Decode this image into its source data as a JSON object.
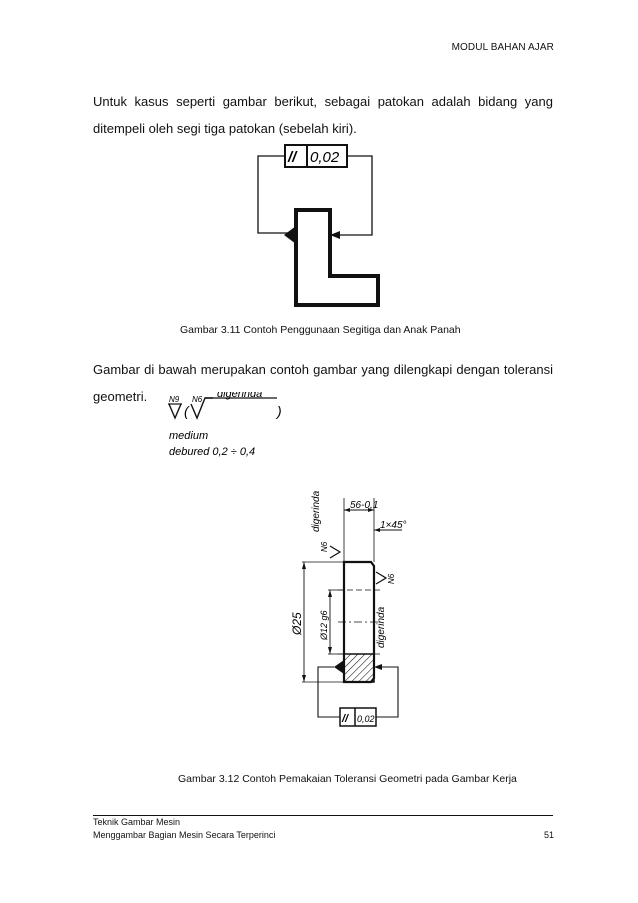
{
  "header": {
    "title": "MODUL BAHAN AJAR"
  },
  "body": {
    "paragraph1": "Untuk kasus seperti gambar berikut, sebagai patokan adalah bidang yang ditempeli oleh segi tiga patokan (sebelah kiri).",
    "paragraph2": "Gambar di bawah merupakan contoh gambar yang dilengkapi dengan toleransi geometri."
  },
  "figure1": {
    "tolerance_symbol": "//",
    "tolerance_value": "0,02",
    "caption": "Gambar 3.11 Contoh Penggunaan Segitiga dan Anak Panah"
  },
  "figure2": {
    "surface_note": {
      "left_symbol": "N9",
      "paren_symbol": "N6",
      "word": "digerinda",
      "line2": "medium",
      "line3": "debured 0,2 ÷ 0,4"
    },
    "dim_width": "56-0,1",
    "chamfer": "1×45°",
    "dia_outer": "Ø25",
    "dia_bore": "Ø12 g6",
    "left_roughness": "N6",
    "left_word": "digerinda",
    "right_word": "digerinda",
    "right_roughness": "N6",
    "tolerance_symbol": "//",
    "tolerance_value": "0,02",
    "caption": "Gambar 3.12 Contoh Pemakaian Toleransi Geometri pada Gambar Kerja"
  },
  "footer": {
    "line1": "Teknik Gambar Mesin",
    "line2": "Menggambar Bagian Mesin Secara Terperinci",
    "page_number": "51"
  }
}
